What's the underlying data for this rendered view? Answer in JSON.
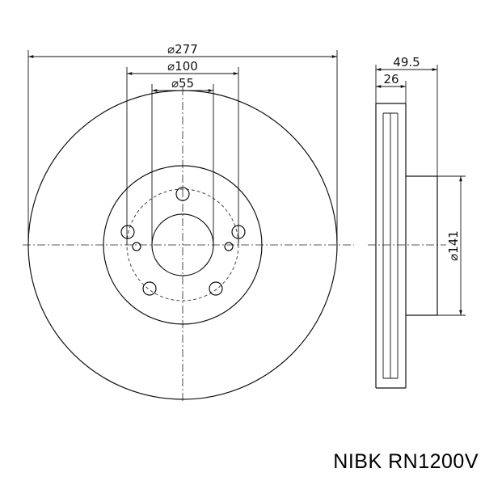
{
  "drawing": {
    "dimensions": {
      "outer_diameter": "⌀277",
      "bolt_circle": "⌀100",
      "center_bore": "⌀55",
      "total_height": "49.5",
      "disc_thickness": "26",
      "hat_diameter": "⌀141"
    }
  },
  "caption": {
    "part_number": "NIBK RN1200V"
  }
}
